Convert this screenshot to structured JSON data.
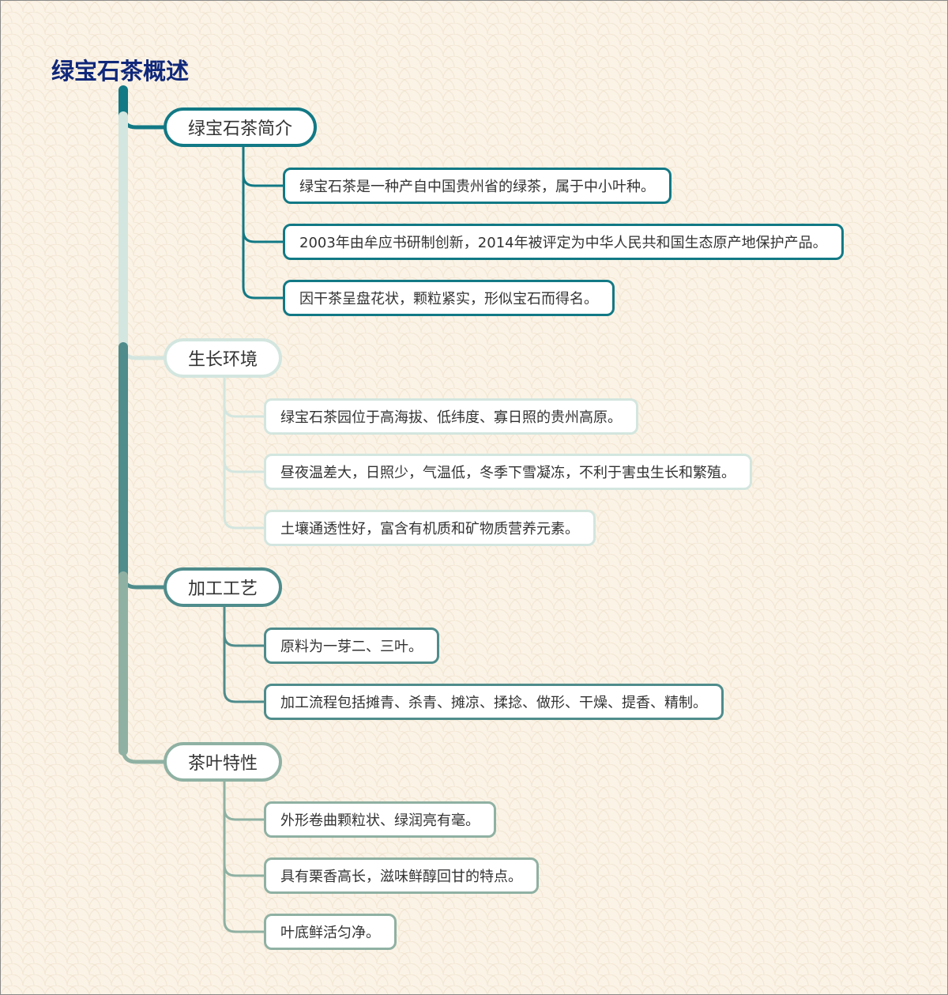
{
  "title": "绿宝石茶概述",
  "colors": {
    "trunk_top": "#0e7680",
    "trunk_bottom": "#8fb1a3"
  },
  "branches": [
    {
      "label": "绿宝石茶简介",
      "color": "#127985",
      "items": [
        "绿宝石茶是一种产自中国贵州省的绿茶，属于中小叶种。",
        "2003年由牟应书研制创新，2014年被评定为中华人民共和国生态原产地保护产品。",
        "因干茶呈盘花状，颗粒紧实，形似宝石而得名。"
      ]
    },
    {
      "label": "生长环境",
      "color": "#d3e6df",
      "items": [
        "绿宝石茶园位于高海拔、低纬度、寡日照的贵州高原。",
        "昼夜温差大，日照少，气温低，冬季下雪凝冻，不利于害虫生长和繁殖。",
        "土壤通透性好，富含有机质和矿物质营养元素。"
      ]
    },
    {
      "label": "加工工艺",
      "color": "#4f8c8c",
      "items": [
        "原料为一芽二、三叶。",
        "加工流程包括摊青、杀青、摊凉、揉捻、做形、干燥、提香、精制。"
      ]
    },
    {
      "label": "茶叶特性",
      "color": "#8fb1a3",
      "items": [
        "外形卷曲颗粒状、绿润亮有毫。",
        "具有栗香高长，滋味鲜醇回甘的特点。",
        "叶底鲜活匀净。"
      ]
    }
  ]
}
